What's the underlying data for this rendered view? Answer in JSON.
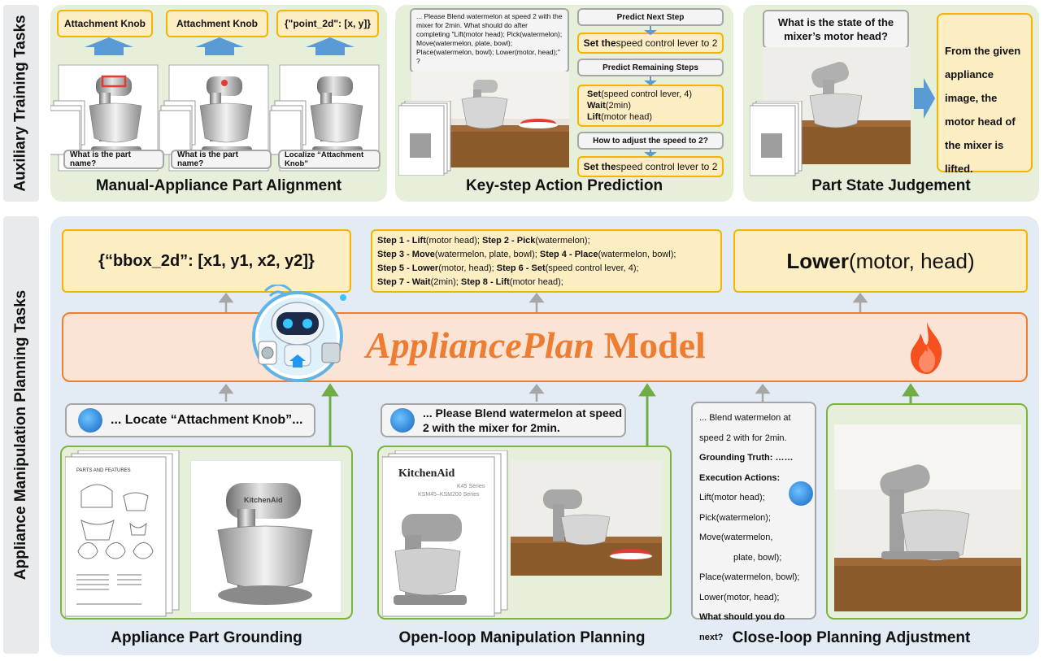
{
  "side_labels": {
    "auxiliary": "Auxiliary Training Tasks",
    "manipulation": "Appliance Manipulation Planning Tasks"
  },
  "top": {
    "alignment": {
      "title": "Manual-Appliance Part Alignment",
      "outputs": [
        "Attachment Knob",
        "Attachment Knob",
        "{\"point_2d\": [x, y]}"
      ],
      "questions": [
        "What is the part name?",
        "What is the part name?",
        "Localize “Attachment Knob”"
      ]
    },
    "keystep": {
      "title": "Key-step Action Prediction",
      "context_text": "... Please Blend watermelon at speed 2 with the mixer for 2min. What should do after completing \"Lift(motor head); Pick(watermelon); Move(watermelon, plate, bowl); Place(watermelon, bowl); Lower(motor, head);\" ?",
      "q1": "Predict Next Step",
      "a1_bold": "Set the",
      "a1_rest": " speed control lever to 2",
      "q2": "Predict Remaining Steps",
      "a2": [
        {
          "b": "Set",
          "t": "(speed control lever, 4)"
        },
        {
          "b": "Wait",
          "t": "(2min)"
        },
        {
          "b": "Lift",
          "t": "(motor head)"
        }
      ],
      "q3": "How to adjust the speed to 2?",
      "a3_bold": "Set the",
      "a3_rest": " speed control lever to 2"
    },
    "state": {
      "title": "Part State Judgement",
      "question": "What is the state of the mixer’s motor head?",
      "answer": "From the given appliance image, the motor head of the mixer is lifted."
    }
  },
  "outputs": {
    "bbox": "{“bbox_2d”: [x1, y1, x2, y2]}",
    "steps": [
      [
        {
          "b": "Step 1 - Lift",
          "t": "(motor head); "
        },
        {
          "b": "Step 2 - Pick",
          "t": "(watermelon);"
        }
      ],
      [
        {
          "b": "Step 3 - Move",
          "t": "(watermelon, plate, bowl); "
        },
        {
          "b": "Step 4 -  Place",
          "t": "(watermelon, bowl);"
        }
      ],
      [
        {
          "b": "Step 5 - Lower",
          "t": "(motor, head); "
        },
        {
          "b": "Step 6 - Set",
          "t": "(speed control lever, 4);"
        }
      ],
      [
        {
          "b": "Step 7 - Wait",
          "t": "(2min); "
        },
        {
          "b": "Step 8 - Lift",
          "t": "(motor head);"
        }
      ]
    ],
    "lower_bold": "Lower",
    "lower_rest": "(motor, head)"
  },
  "model": {
    "name_italic": "AppliancePlan",
    "name_rest": " Model"
  },
  "prompts": {
    "locate": "... Locate “Attachment Knob”...",
    "blend": "... Please Blend watermelon at speed 2 with the mixer for 2min."
  },
  "closeloop": {
    "lines": [
      {
        "t": "... Blend watermelon at",
        "b": false
      },
      {
        "t": "speed 2 with for 2min.",
        "b": false
      },
      {
        "t": "Grounding Truth: ……",
        "b": true
      },
      {
        "t": "Execution Actions:",
        "b": true
      },
      {
        "t": "Lift(motor head);",
        "b": false
      },
      {
        "t": "Pick(watermelon);",
        "b": false
      },
      {
        "t": "Move(watermelon,",
        "b": false
      },
      {
        "t": "plate, bowl);",
        "b": false,
        "indent": true
      },
      {
        "t": "Place(watermelon, bowl);",
        "b": false
      },
      {
        "t": "Lower(motor, head);",
        "b": false
      },
      {
        "t": "What should you do next?",
        "b": true
      }
    ]
  },
  "bottom_titles": {
    "grounding": "Appliance Part Grounding",
    "openloop": "Open-loop Manipulation Planning",
    "closeloop": "Close-loop Planning Adjustment"
  },
  "manual_text": {
    "parts_title": "PARTS AND FEATURES",
    "brand": "KitchenAid",
    "series1": "K45 Series",
    "series2": "KSM45–KSM200 Series",
    "mixer_brand": "KitchenAid"
  },
  "colors": {
    "orange": "#ed7d31",
    "yellow_border": "#f4b400",
    "green_border": "#7cb342",
    "arrow_blue": "#5b9bd5",
    "arrow_gray": "#a6a6a6",
    "arrow_green": "#70ad47"
  }
}
